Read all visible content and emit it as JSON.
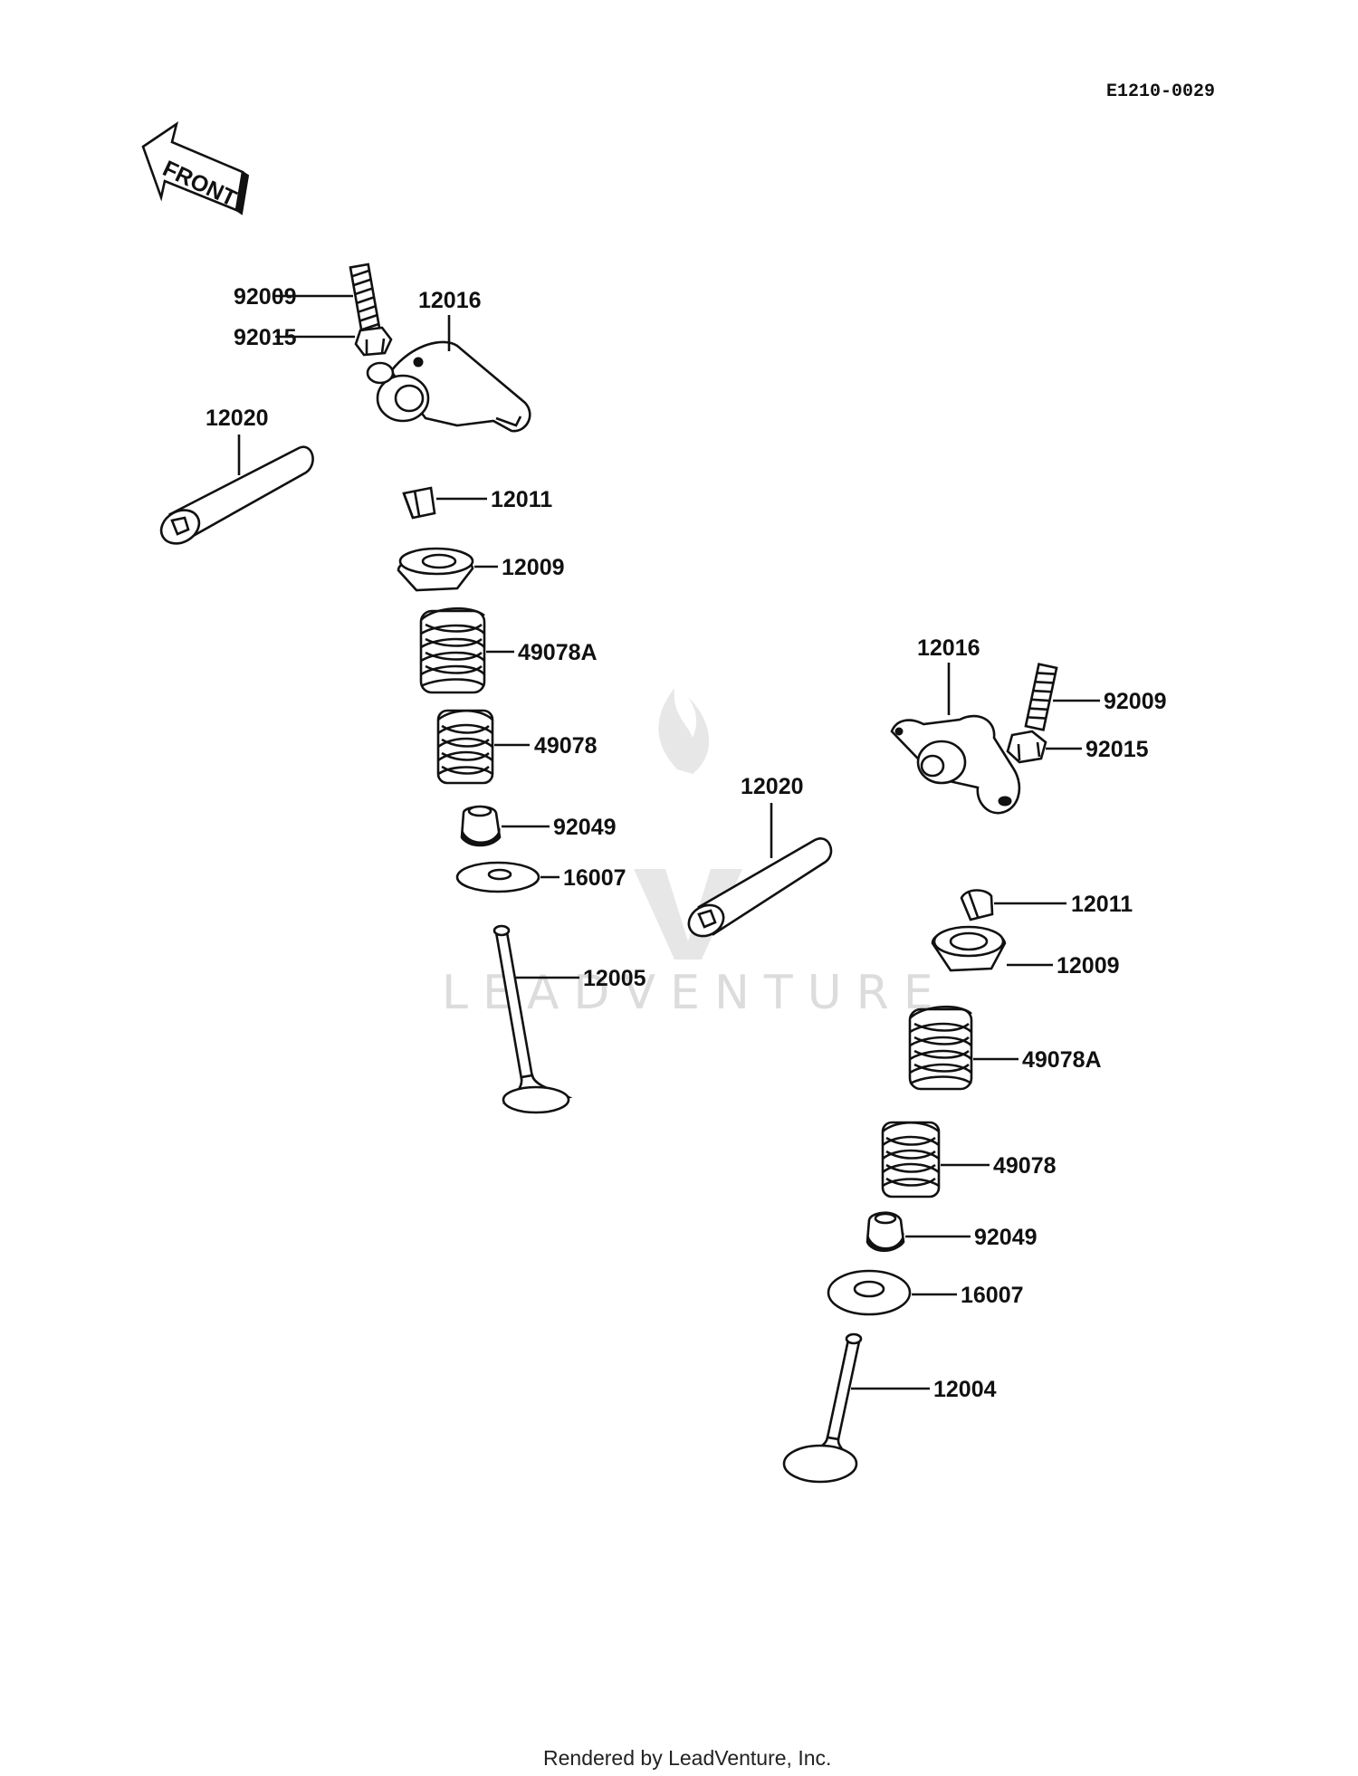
{
  "diagram_code": "E1210-0029",
  "front_arrow_label": "FRONT",
  "watermark": {
    "text": "LEADVENTURE",
    "logo_icon": "flame-v-logo"
  },
  "footer": "Rendered by LeadVenture, Inc.",
  "callouts": {
    "left_92009": "92009",
    "left_92015": "92015",
    "left_12016": "12016",
    "left_12020": "12020",
    "left_12011": "12011",
    "left_12009": "12009",
    "left_49078A": "49078A",
    "left_49078": "49078",
    "left_92049": "92049",
    "left_16007": "16007",
    "left_12005": "12005",
    "center_12020": "12020",
    "right_12016": "12016",
    "right_92009": "92009",
    "right_92015": "92015",
    "right_12011": "12011",
    "right_12009": "12009",
    "right_49078A": "49078A",
    "right_49078": "49078",
    "right_92049": "92049",
    "right_16007": "16007",
    "right_12004": "12004"
  }
}
